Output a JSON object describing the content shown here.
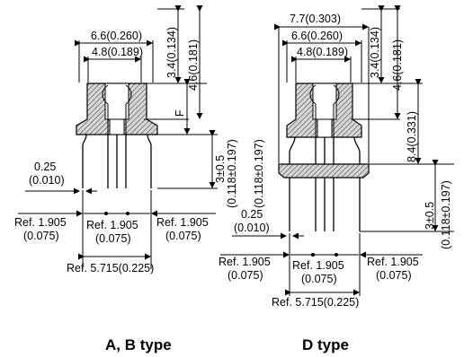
{
  "ab": {
    "dim_top": "6.6(0.260)",
    "dim_inner": "4.8(0.189)",
    "dim_h1": "3.4(0.134)",
    "dim_h2": "4.6(0.181)",
    "dim_f": "F",
    "dim_pin_len": "3±0.5",
    "dim_pin_len_in": "(0.118±0.197)",
    "dim_wire": "0.25",
    "dim_wire_in": "(0.010)",
    "pitch_left": "Ref. 1.905",
    "pitch_left_in": "(0.075)",
    "pitch_mid": "Ref. 1.905",
    "pitch_mid_in": "(0.075)",
    "pitch_right": "Ref. 1.905",
    "pitch_right_in": "(0.075)",
    "pitch_total": "Ref. 5.715(0.225)",
    "caption": "A, B type"
  },
  "d": {
    "dim_top": "7.7(0.303)",
    "dim_mid": "6.6(0.260)",
    "dim_inner": "4.8(0.189)",
    "dim_h1": "3.4(0.134)",
    "dim_h2": "4.6(0.181)",
    "dim_h3": "8.4(0.331)",
    "dim_pin_len": "3±0.5",
    "dim_pin_len_in": "(0.118±0.197)",
    "dim_wire": "0.25",
    "dim_wire_in": "(0.010)",
    "pitch_left": "Ref. 1.905",
    "pitch_left_in": "(0.075)",
    "pitch_mid": "Ref. 1.905",
    "pitch_mid_in": "(0.075)",
    "pitch_right": "Ref. 1.905",
    "pitch_right_in": "(0.075)",
    "pitch_total": "Ref. 5.715(0.225)",
    "caption": "D type"
  }
}
